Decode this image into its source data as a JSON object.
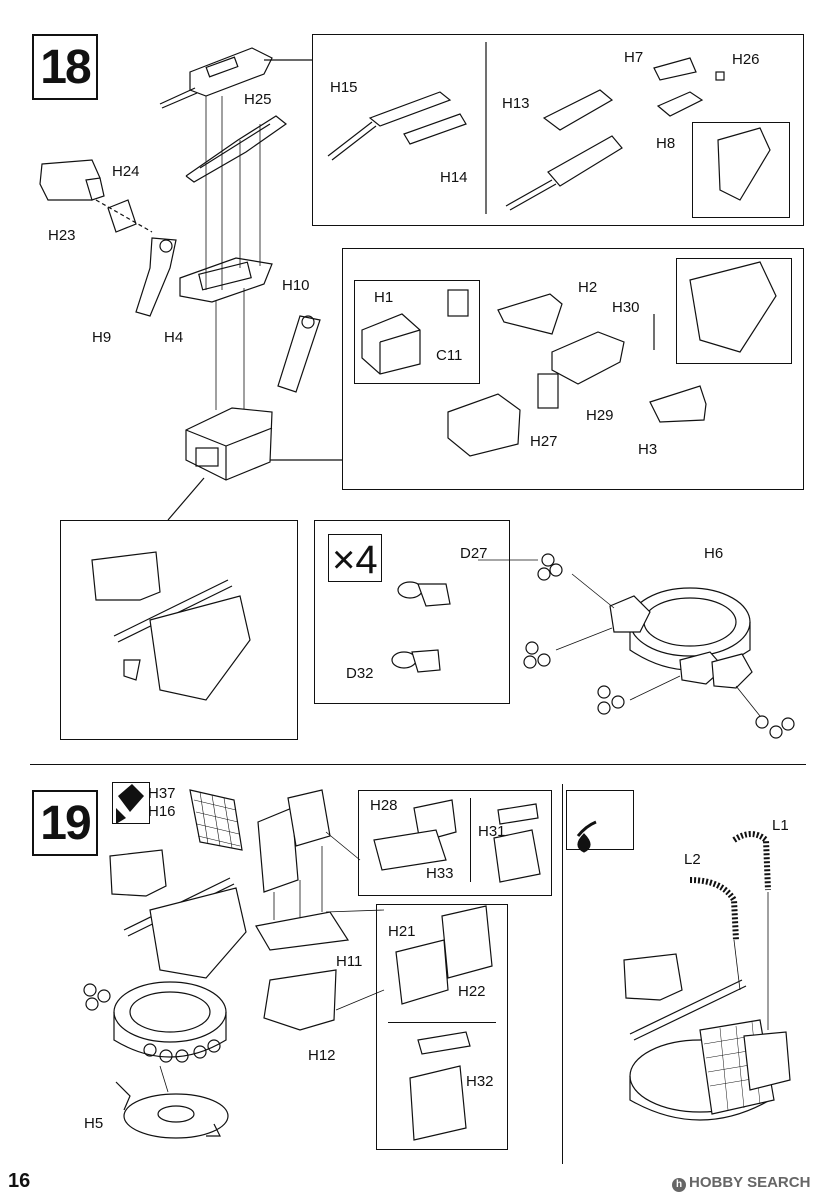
{
  "steps": {
    "step18": "18",
    "step19": "19"
  },
  "labels18": {
    "h15": "H15",
    "h14": "H14",
    "h13": "H13",
    "h7": "H7",
    "h26": "H26",
    "h8": "H8",
    "h25": "H25",
    "h24": "H24",
    "h23": "H23",
    "h9": "H9",
    "h4": "H4",
    "h10": "H10",
    "h1": "H1",
    "c11": "C11",
    "h2": "H2",
    "h30": "H30",
    "h27": "H27",
    "h29": "H29",
    "h3": "H3",
    "x4": "×4",
    "d27": "D27",
    "d32": "D32",
    "h6": "H6"
  },
  "labels19": {
    "h37": "H37",
    "h16": "H16",
    "h28": "H28",
    "h33": "H33",
    "h31": "H31",
    "h21": "H21",
    "h22": "H22",
    "h32": "H32",
    "h11": "H11",
    "h12": "H12",
    "h5": "H5",
    "l1": "L1",
    "l2": "L2"
  },
  "footer": {
    "page_number": "16",
    "watermark": "HOBBY SEARCH"
  }
}
